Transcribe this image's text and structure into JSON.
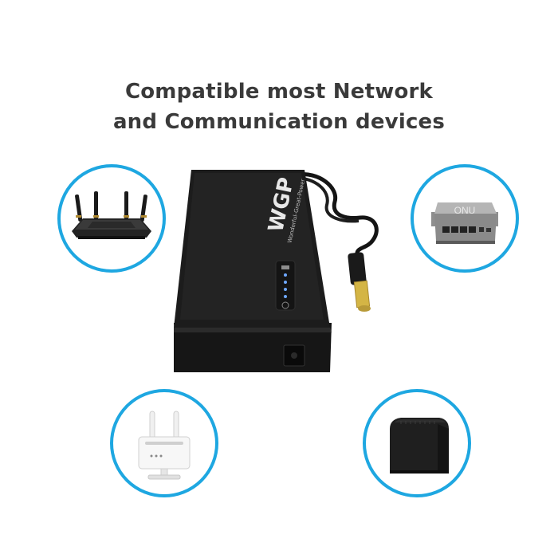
{
  "headline": {
    "line1": "Compatible most Network",
    "line2": "and Communication devices"
  },
  "product": {
    "brand_logo": "WGP",
    "brand_tagline": "Wonderful-Great-Power",
    "color": "#1b1b1b",
    "plug_color": "#d4b545"
  },
  "devices": [
    {
      "name": "router",
      "icon": "wifi-router-4-antennas"
    },
    {
      "name": "onu",
      "label": "ONU",
      "icon": "onu-box"
    },
    {
      "name": "4g-router",
      "icon": "white-router-2-antennas"
    },
    {
      "name": "modem",
      "icon": "black-modem-box"
    }
  ],
  "colors": {
    "circle_border": "#1ea7e1",
    "headline_text": "#3a3a3a",
    "background": "#ffffff"
  }
}
